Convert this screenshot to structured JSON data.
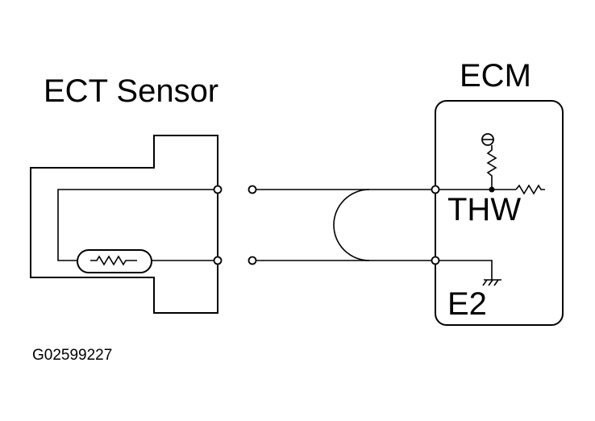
{
  "sensor": {
    "label": "ECT Sensor"
  },
  "ecm": {
    "label": "ECM",
    "terminals": {
      "thw": "THW",
      "e2": "E2"
    }
  },
  "figure_code": "G02599227",
  "colors": {
    "line": "#000000",
    "background": "#ffffff"
  }
}
